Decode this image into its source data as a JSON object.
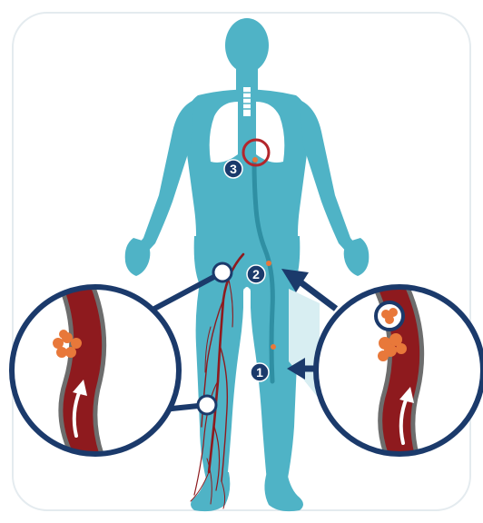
{
  "steps": [
    {
      "number": "1"
    },
    {
      "number": "2"
    },
    {
      "number": "3"
    }
  ],
  "colors": {
    "body": "#4fb3c6",
    "body_shadow": "#3e9fb2",
    "navy": "#1b3a6b",
    "vein_red": "#8e1a1e",
    "vein_wall": "#6d6d6d",
    "clot": "#e8783a",
    "lung": "#ffffff",
    "heart_circle": "#b3262b",
    "pathway": "#2f8fa3"
  },
  "icons": {
    "flow_arrow": "arrow-up-icon",
    "pointer_arrow": "arrow-left-icon"
  }
}
